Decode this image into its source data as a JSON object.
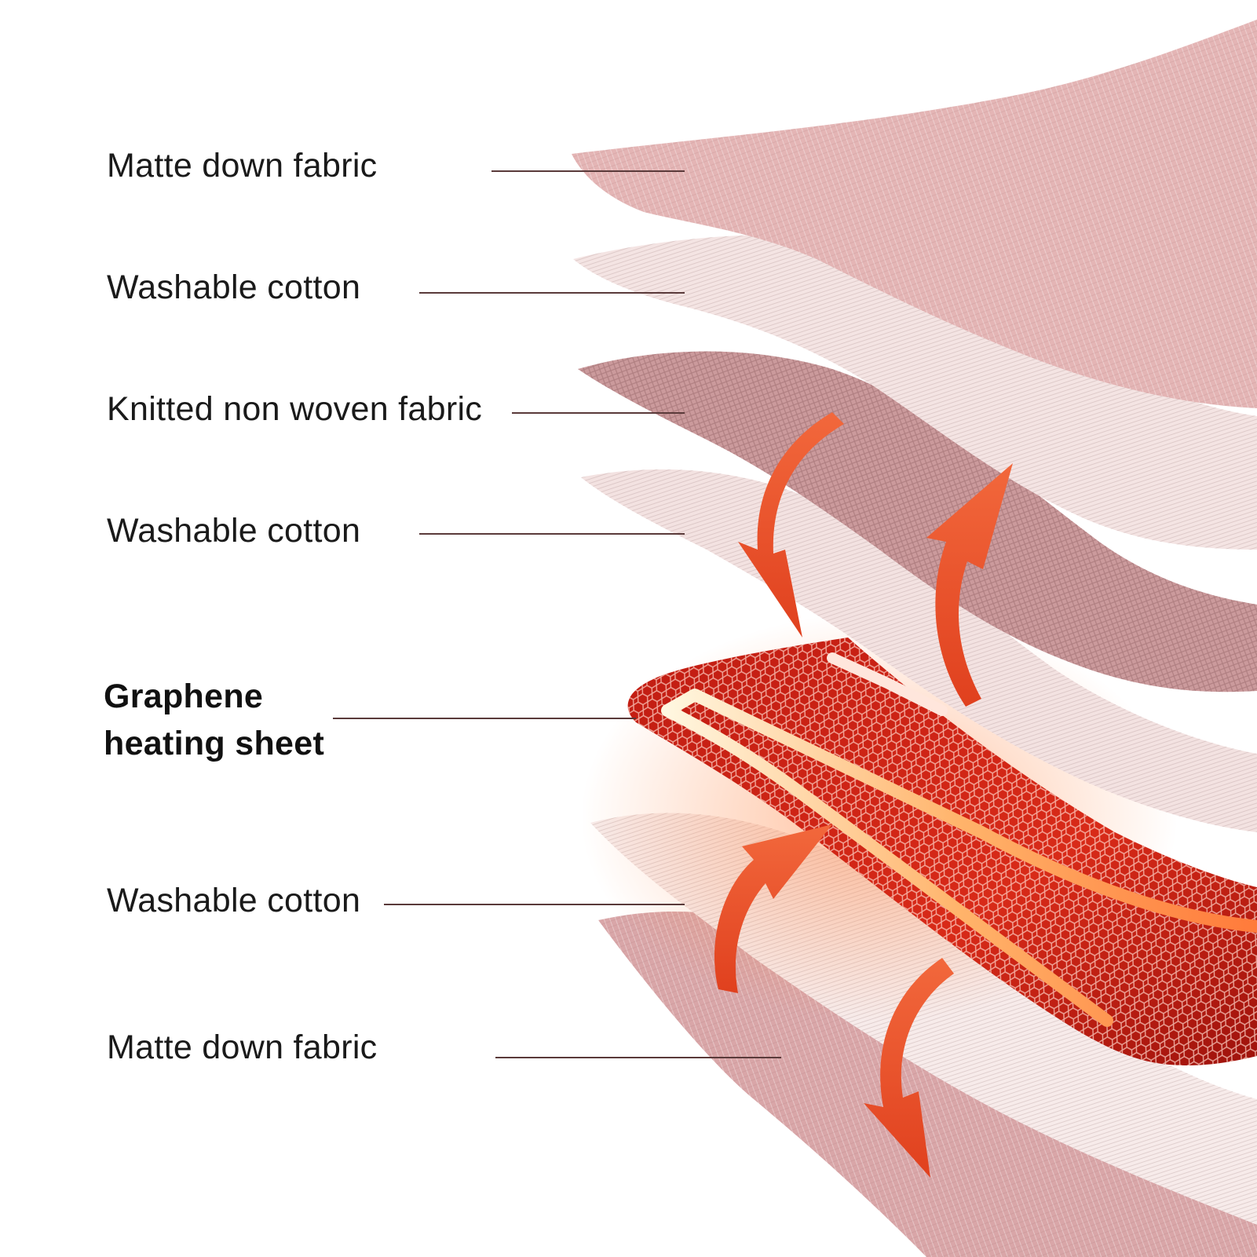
{
  "layers": [
    {
      "label": "Matte down fabric",
      "emphasis": false
    },
    {
      "label": "Washable cotton",
      "emphasis": false
    },
    {
      "label": "Knitted non woven fabric",
      "emphasis": false
    },
    {
      "label": "Washable cotton",
      "emphasis": false
    },
    {
      "label_lines": [
        "Graphene",
        "heating sheet"
      ],
      "emphasis": true
    },
    {
      "label": "Washable cotton",
      "emphasis": false
    },
    {
      "label": "Matte down fabric",
      "emphasis": false
    }
  ],
  "colors": {
    "matte_fabric": "#e3b4b3",
    "cotton": "#f6e9e8",
    "knitted": "#cf9fa0",
    "heating_sheet": "#b5170f",
    "heat_arrow": "#ee5a33",
    "leader_line": "#5a3a3a"
  }
}
